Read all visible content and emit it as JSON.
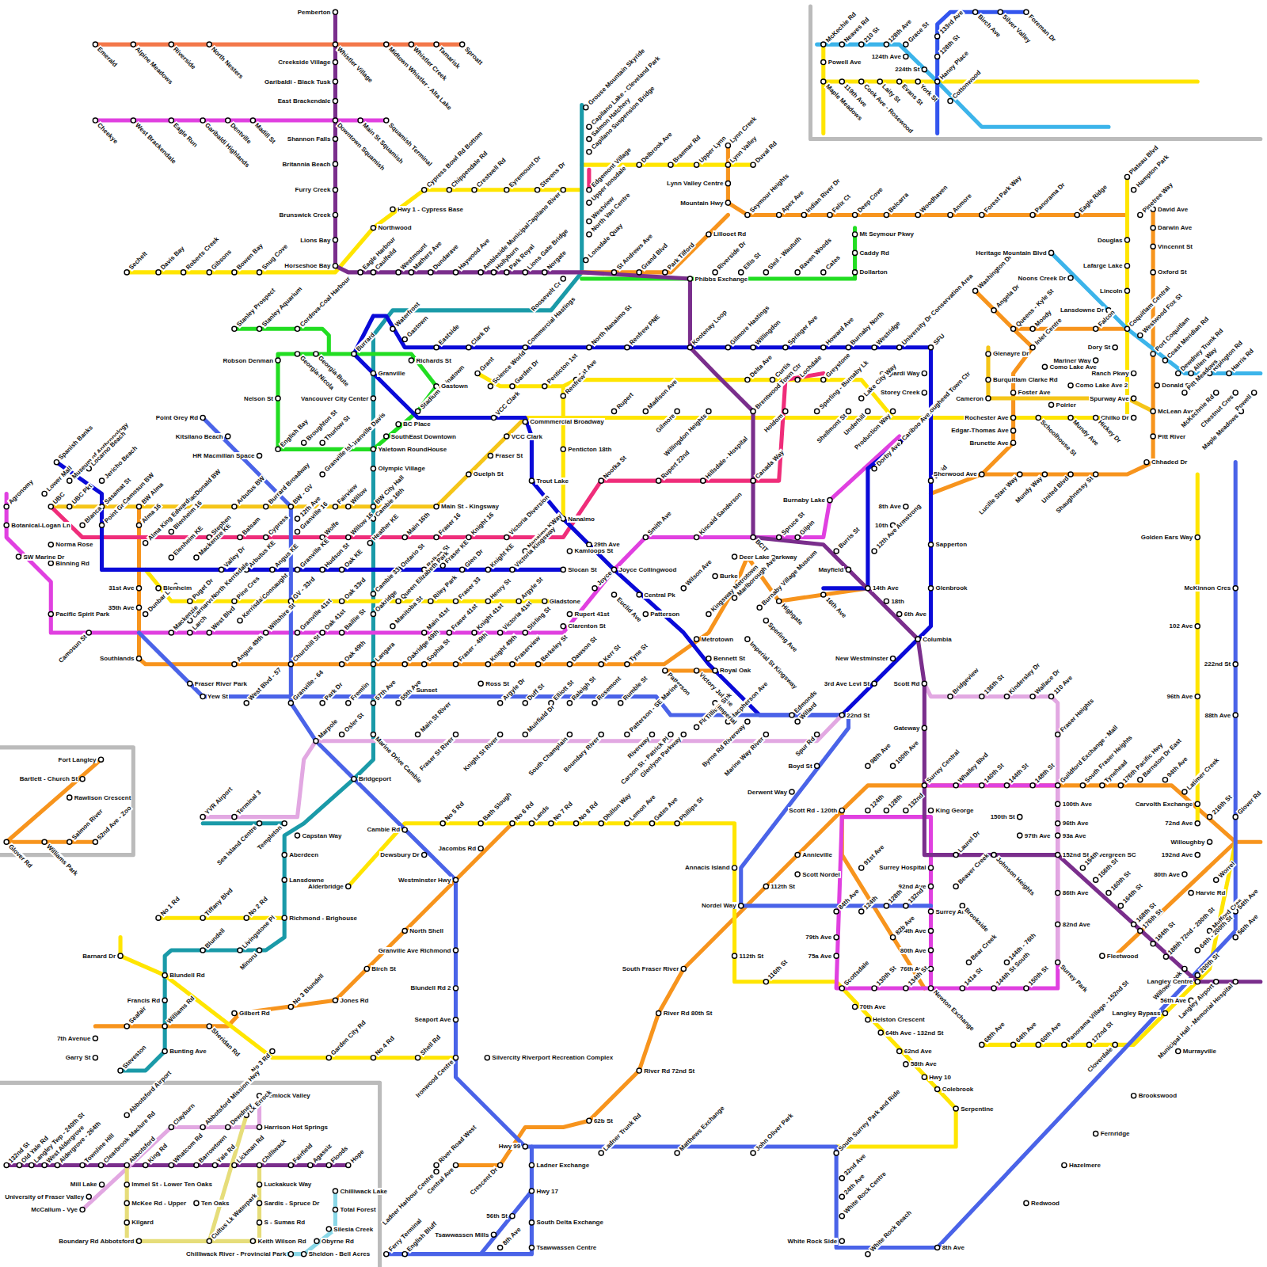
{
  "diagram": {
    "labels": [
      "Pemberton",
      "Emerald",
      "Alpine Meadows",
      "Riverside",
      "North Nesters",
      "Whistler Village",
      "Midtown Whistler - Alta Lake",
      "Whistler Creek",
      "Tamarisk",
      "Sproatt",
      "Creekside Village",
      "Garibaldi - Black Tusk",
      "East Brackendale",
      "Cheekye",
      "West Brackendale",
      "Eagle Run",
      "Garibaldi Highlands",
      "Dentville",
      "Madill St",
      "Downtown Squamish",
      "Main St Squamish",
      "Squamish Terminal",
      "Shannon Falls",
      "Britannia Beach",
      "Furry Creek",
      "Brunswick Creek",
      "Lions Bay",
      "Horseshoe Bay",
      "Sechelt",
      "Davis Bay",
      "Roberts Creek",
      "Gibsons",
      "Bowen Bay",
      "Snug Cove",
      "Northwood",
      "Hwy 1 - Cypress Base",
      "Cypress Bowl Rd Bottom",
      "Chippendale Rd",
      "Crestwell Rd",
      "Eyremount Dr",
      "Stevens Dr",
      "Capilano River",
      "Eagle Harbour",
      "Caulfeild",
      "Westmount",
      "Mathers Ave",
      "Dundarave",
      "Haywood Ave",
      "Ambleside Municipal",
      "Hollyburn",
      "Park Royal",
      "Lions Gate Bridge",
      "Norgate",
      "Roosevelt Cr",
      "Grouse Mountain Skyride",
      "Capilano Lake - Cleveland Park",
      "Salmon Hatchery",
      "Capilano Suspension Bridge",
      "Edgemont Village",
      "Upper lonsdale",
      "Westview",
      "North Van Centre",
      "Lonsdale Quay",
      "Delbrook Ave",
      "Braemar Rd",
      "Upper Lynn",
      "Lynn Creek",
      "Lynn Valley",
      "Duval Rd",
      "Lynn Valley Centre",
      "Mountain Hwy",
      "Lillooet Rd",
      "Seymour Heights",
      "Apex Ave",
      "Indian River Dr",
      "Felix Ct",
      "Deep Cove",
      "Belcarra",
      "Woodhaven",
      "Anmore",
      "Forest Park Way",
      "Panorama Dr",
      "Eagle Ridge",
      "Mt Seymour Pkwy",
      "Caddy Rd",
      "Dollarton",
      "St Andrews Ave",
      "Grand Blvd",
      "Park Tilford",
      "Phibbs Exchange",
      "Riverside Dr",
      "Ellis St",
      "Sleil - Waututh",
      "Raven Woods",
      "Cates",
      "Stanley Prospect",
      "Stanley Aquarium",
      "Cordova-Coal Harbour",
      "Robson Denman",
      "Georgia-Nicola",
      "Georgia-Bute",
      "Nelson St",
      "English Bay",
      "Broughton St",
      "Thurlow St",
      "Granville Davis",
      "Yaletown RoundHouse",
      "BC Place",
      "SouthEast Downtown",
      "Stadium Chinatown",
      "Gastown",
      "Richards St",
      "Vancouver City Center",
      "Granville",
      "Burrard",
      "Waterfront",
      "Gastown",
      "Eastside",
      "Clark Dr",
      "Commercial Hastings",
      "North Nanaimo St",
      "Renfrew PNE",
      "Kootenay Loop",
      "Gilmore Hastings",
      "Willingdon",
      "Springer Ave",
      "Howard Ave",
      "Burnaby North",
      "Westridge",
      "University Dr Conservation Area",
      "SFU",
      "Grant",
      "Science World",
      "Garden Dr",
      "Penticton 1st",
      "1st Ave",
      "Renfrew",
      "Delta Ave",
      "Curtis",
      "Lochdale",
      "Greystone",
      "Gaglardi Way",
      "Storey Creek",
      "VCC Clark",
      "Commmercial Broadway",
      "Rupert",
      "Madison Ave",
      "Gilmore",
      "Willingdon Heights",
      "Brentwood Town Ctr",
      "Holdom",
      "Sperling - Burnaby Lk",
      "Shellmont St",
      "Lake City Way",
      "Underhill",
      "Production Way",
      "Lougheed Town Ctr",
      "Penticton 18th",
      "Trout Lake",
      "VCC Clark",
      "Fraser St",
      "Guelph St",
      "Main St - Kingsway",
      "Nootka St",
      "Rupert 22nd",
      "Hillsdale - Hospital",
      "Canada Way",
      "Nanaimo",
      "29th Ave",
      "Kamloops St",
      "Joyce Collingwood",
      "Smith Ave",
      "Kincaid Sanderson",
      "BCIT",
      "Spruce St",
      "Gilpin",
      "Burnaby Lake",
      "8th Ave",
      "10th",
      "12th Ave Armstrong",
      "Mayfield",
      "Burris St",
      "Braid",
      "Sapperton",
      "Glenbrook",
      "Columbia",
      "Cariboo Ave",
      "Dorby Ave",
      "Deer Lake Parkway",
      "Burke",
      "Kingsway Metrotown",
      "Spanish Banks",
      "Lower Mall",
      "Museum of Anthropology",
      "Locarno Beach",
      "UBC",
      "UBC Pkt",
      "Jericho Beach",
      "Sasamat St",
      "Blanca",
      "Point Grey",
      "Camosun BW",
      "BW Alma",
      "Agronomy",
      "Botanical-Logan Ln",
      "Norma Rose",
      "SW Marine Dr",
      "Binning Rd",
      "Pacific Spirit Park",
      "Camosun St",
      "31st Ave",
      "35th Ave",
      "Southlands",
      "Dunbar Loop",
      "MacDonald BW",
      "Arbutus BW",
      "Burrard Broadway",
      "BW - GV",
      "Fairview",
      "Willow",
      "BW City Hall",
      "Granville Isl.",
      "Olympic Village",
      "Point Grey Rd",
      "Kitsilano Beach",
      "HR Macmillan Space",
      "12th Ave",
      "Cambie 16th",
      "Alma 16",
      "Alma King Edward",
      "Blenheim 16",
      "Elenheim KE",
      "Mackenzie KE",
      "Stephen",
      "Balsam",
      "Cypress",
      "Granville 16",
      "Wolfe",
      "Willow 16",
      "Heather KE",
      "Main 16th",
      "Fraser 16",
      "Knight 16",
      "Victoria Diversion",
      "Nanaimo KWay",
      "Valley Dr",
      "Arbutus KE",
      "Angus KE",
      "Granville KE",
      "Hudson St",
      "Oak KE",
      "Ontario St",
      "Balkan St",
      "Fraser KE",
      "Glen Dr",
      "Knight KE",
      "Victoria Kingsway",
      "Slocan St",
      "Blenheim",
      "Puget Dr",
      "Carnarvon 41st",
      "North Kerrisdale",
      "Pine Cres",
      "Kerrisdale Ctr",
      "Connaught",
      "GV - 33rd",
      "Oak 33rd",
      "Cambie 33",
      "Queen Elizabeth Park",
      "Riley Park",
      "Fraser 33",
      "Henry St",
      "Argyle St",
      "Gladstone",
      "Mackenzie",
      "Larch",
      "West Blvd",
      "Wiltshire St",
      "Granville 41st",
      "Oak 41st",
      "Baillie St",
      "Oakridge",
      "Manitoba St",
      "Main 41st",
      "Fraser 41st",
      "Knight 41st",
      "Victoria 41st",
      "Stirling St",
      "Rupert 41st",
      "Clarenton St",
      "Angus 49th",
      "Churchill St",
      "Oak 49th",
      "Langara",
      "Oakridge 49th",
      "Sophia St",
      "Fraser - 49th",
      "Knight 49th",
      "Fraserview",
      "Berkeley St",
      "Dawson St",
      "Kerr St",
      "Tyne St",
      "Patterson",
      "Victory Jubilee",
      "Royal Oak",
      "Bennett St",
      "Fraser River Park",
      "Yew St",
      "West Blvd - 57",
      "Granville - 64",
      "Park Dr",
      "Fremlin",
      "57th Ave",
      "55th Ave",
      "Sunset",
      "Ross St",
      "Argyle Dr",
      "Duff St",
      "Elliott St",
      "Raleigh St",
      "Rosemont",
      "Rumble St",
      "Marpole",
      "Osler St",
      "Marine Drive Cambie",
      "Main St River",
      "Fraser St River",
      "Knight St River",
      "Muirfield Dr",
      "South Champlain",
      "Boundary River",
      "Patterson - SE Marine",
      "Riverway",
      "Carson St - Patrick Pl",
      "Glenlyon Parkway",
      "Flogger Creek",
      "Tillium St",
      "Macpherson Ave",
      "Byrne Rd Riverway",
      "Marine Way River",
      "Willard",
      "Spur Rd",
      "Wilson Ave",
      "Central Pk",
      "Joyce",
      "Euclid Ave",
      "Patterson",
      "Metrotown",
      "Marlborough Ave",
      "Imperial St Kingsway",
      "Sperling Ave",
      "Highgate",
      "Burnaby Village Museum",
      "16th Ave",
      "14th Ave",
      "18th",
      "6th Ave",
      "New Westminster",
      "3rd Ave Levi St",
      "22nd St",
      "Edmonds",
      "Imperial",
      "Scott Rd",
      "Gateway",
      "Bridgeview",
      "136th St",
      "Kindersley Dr",
      "Wallace Dr",
      "110 Ave",
      "Fraser Heights",
      "Boyd St",
      "Derwent Way",
      "Annacis Island",
      "Nordel Way",
      "Surrey Central",
      "King George",
      "Whalley Blvd",
      "140th St",
      "144th St",
      "148th St",
      "Guildford Exchange - Mall",
      "South Fraser Heights",
      "Tynehead",
      "176th Pacific Hwy",
      "Barnston Dr East",
      "94th Ave",
      "Latimer Creek",
      "Carvolth Exchange",
      "216th St",
      "Glover Rd",
      "72nd Ave",
      "Willoughby",
      "192nd Ave",
      "80th Ave",
      "Harvie Rd",
      "Worrel",
      "98th Ave",
      "100th Ave",
      "124th",
      "128th",
      "132nd",
      "Scott Rd - 120th",
      "Annieville",
      "Scott Nordel",
      "112th St",
      "91st Ave",
      "Surrey Hospital",
      "92nd Ave",
      "Surrey Art",
      "84th Ave",
      "80th Ave",
      "76th Ave",
      "Newton Exchange",
      "84th Ave",
      "124th",
      "128th",
      "132nd",
      "82b Ave",
      "79th Ave",
      "75a Ave",
      "Scottsdale",
      "130th St",
      "134th St",
      "141a St",
      "144th St South",
      "150th St",
      "Bear Creek",
      "144th - 76th",
      "Laurel Dr",
      "Johnson Heights",
      "97th Ave",
      "150th St",
      "Beaver Creek",
      "Brookside",
      "100th Ave",
      "96th Ave",
      "93a Ave",
      "152nd St - Evergreen SC",
      "86th Ave",
      "82nd Ave",
      "Surrey Park",
      "Fleetwood",
      "154th",
      "156th St",
      "160th St",
      "164th St",
      "168th St",
      "176th St",
      "184th St",
      "188th St",
      "72nd - 200th St",
      "Willowbrook",
      "Mufford Cres",
      "64th - 200th St",
      "200th St",
      "Langley Centre",
      "Langley Airport",
      "Municipal Hall - Memorial Hospital",
      "54th Ave",
      "56th Ave",
      "56th Ave",
      "Langley Bypass",
      "Murrayville",
      "Brookswood",
      "Fernridge",
      "Hazelmere",
      "Redwood",
      "8th Ave",
      "70th Ave",
      "Helston Crescent",
      "64th Ave - 132nd St",
      "62nd Ave",
      "58th Ave",
      "Hwy 10",
      "Colebrook",
      "Serpentine",
      "116th St",
      "112th St",
      "68th Ave",
      "64th Ave",
      "60th Ave",
      "Panorama Village - 152nd St",
      "172nd St",
      "Cloverdale",
      "South Fraser River",
      "River Rd 80th St",
      "River Rd 72nd St",
      "62b St",
      "Ladner Trunk Rd",
      "Matthews Exchange",
      "John Oliver Park",
      "South Surrey Park and Ride",
      "32nd Ave",
      "24th Ave",
      "White Rock Centre",
      "White Rock Side",
      "White Rock Beach",
      "Hwy 99",
      "Ladner Exchange",
      "Hwy 17",
      "South Delta Exchange",
      "Tsawwassen Centre",
      "Crescent Dr",
      "Central Ave",
      "River Road West",
      "Ladner Harbour Centre",
      "56th St",
      "Tsawwassen Mills",
      "8th Ave",
      "Ferry Terminal",
      "English Bluff",
      "YVR Airport",
      "Terminal 3",
      "Sea Island Centre",
      "Templeton",
      "Capstan Way",
      "Aberdeen",
      "Lansdowne",
      "Richmond - Brighouse",
      "Minoru",
      "Livingstone Pl",
      "No 2 Rd",
      "Tiffany Blvd",
      "No 1 Rd",
      "Barnard Dr",
      "Blundell",
      "Blundell Rd",
      "Francis Rd",
      "Williams Rd",
      "Seafair",
      "7th Avenue",
      "Garry St",
      "Steveston",
      "Bunting Ave",
      "Sheridan Rd",
      "Gilbert Rd",
      "No 3 Rd",
      "No 3 Blundell",
      "Jones Rd",
      "Garden City Rd",
      "No 4 Rd",
      "Shell Rd",
      "Ironwood Centre",
      "Silvercity Riverport Recreation Complex",
      "Seaport Ave",
      "Blundell Rd 2",
      "Granville Ave Richmond",
      "Birch St",
      "North Shell",
      "Westminster Hwy",
      "Alderbridge",
      "Dewsbury Dr",
      "Cambie Rd",
      "Jacombs Rd",
      "No 5 Rd",
      "Bath Slough",
      "No 6 Rd",
      "Lands",
      "No 7 Rd",
      "No 8 Rd",
      "Dhillon Way",
      "Lemon Ave",
      "Gates Ave",
      "Phillips St",
      "Bridgeport",
      "Washington Dr",
      "Angela Dr",
      "Queens - Kyle St",
      "Moody",
      "Inlet Centre",
      "Heritage Mountain Blvd",
      "Noons Creek Dr",
      "Douglas",
      "Lafarge Lake",
      "Lincoln",
      "Lansdowne Dr",
      "Coquitlam Central",
      "Plateau Blvd",
      "Hampton Park",
      "Pinetree Way",
      "David Ave",
      "Darwin Ave",
      "Vincennt St",
      "Oxford St",
      "Westwood Fox St",
      "Port Coquitlam",
      "Coast Meridian Rd",
      "Ranch Pkwy",
      "Donald St",
      "Spurway Ave",
      "McLean Ave",
      "Chilko Dr",
      "Pitt River",
      "Chhaded Dr",
      "Dory St",
      "Mariner Way",
      "Falcon",
      "Como Lake Ave",
      "Como Lake Ave 2",
      "Poirier",
      "Foster Ave",
      "Glenayre Dr",
      "Burquitlam Clarke Rd",
      "Cameron",
      "Rochester Ave",
      "Edgar-Thomas Ave",
      "Brunette Ave",
      "Schoolhouse St",
      "Mundy Ave",
      "Hickey Dr",
      "Sherwood Ave",
      "Lucille Starr Way",
      "Mundy Way",
      "United Blvd",
      "Shaughnessy St",
      "Dewdney Trunk Rd",
      "Ripington Rd",
      "Harris Rd",
      "Allen Way",
      "Pitt Meadows",
      "McKechnie Rd",
      "Chestnut Cres",
      "Powell",
      "Maple Meadows",
      "Golden Ears Way",
      "McKinnon Cres",
      "102 Ave",
      "222nd St",
      "96th Ave",
      "88th Ave",
      "McKechie Rd",
      "Neaves Rd",
      "210 St",
      "128th Ave",
      "Grace St",
      "124th Ave",
      "224th St",
      "Powell Ave",
      "Maple Meadows",
      "119th Ave",
      "Cook Ave - Rosewood",
      "Laity St",
      "Evans St",
      "York St",
      "Haney Place",
      "128th St",
      "133rd Ave",
      "Birch Ave",
      "Silver Valley",
      "Foreman Dr",
      "Cottonwood",
      "Fort Langley",
      "Bartlett - Church St",
      "Rawlison Crescent",
      "Glover Rd",
      "Williams Park",
      "Salmon River",
      "52nd Ave - Zoo",
      "132nd St",
      "Old Yale Rd",
      "Langley Twp - 240th St",
      "West Aldergrove",
      "Aldergrove - 264th",
      "Townline Hill",
      "Clearbrook",
      "Abbotsford",
      "Abbotsford Airport",
      "Maclure Rd",
      "Clayburn",
      "Abbotsford Mission Hwy",
      "King Rd",
      "Whatcom Rd",
      "Barrowtown",
      "Yale Rd",
      "Lickman Rd",
      "Chilliwack",
      "Fairfield",
      "Agassiz",
      "Floods",
      "Hope",
      "Hemlock Valley",
      "Lk Errock",
      "Harrison Hot Springs",
      "Dewdney",
      "Mill Lake",
      "University of Fraser Valley",
      "McCallum - Vye",
      "Immel St - Lower Ten Oaks",
      "McKee Rd - Upper",
      "Ten Oaks",
      "Kilgard",
      "Boundary Rd Abbotsford",
      "Cultus Lk Waterpark",
      "Luckakuck Way",
      "Sardis - Spruce Dr",
      "S - Sumas Rd",
      "Keith Wilson Rd",
      "Chilliwack Lake",
      "Total Forest",
      "Silesia Creek",
      "Obyrne Rd",
      "Chilliwack River - Provincial Park",
      "Sheldon - Bell Acres"
    ]
  }
}
